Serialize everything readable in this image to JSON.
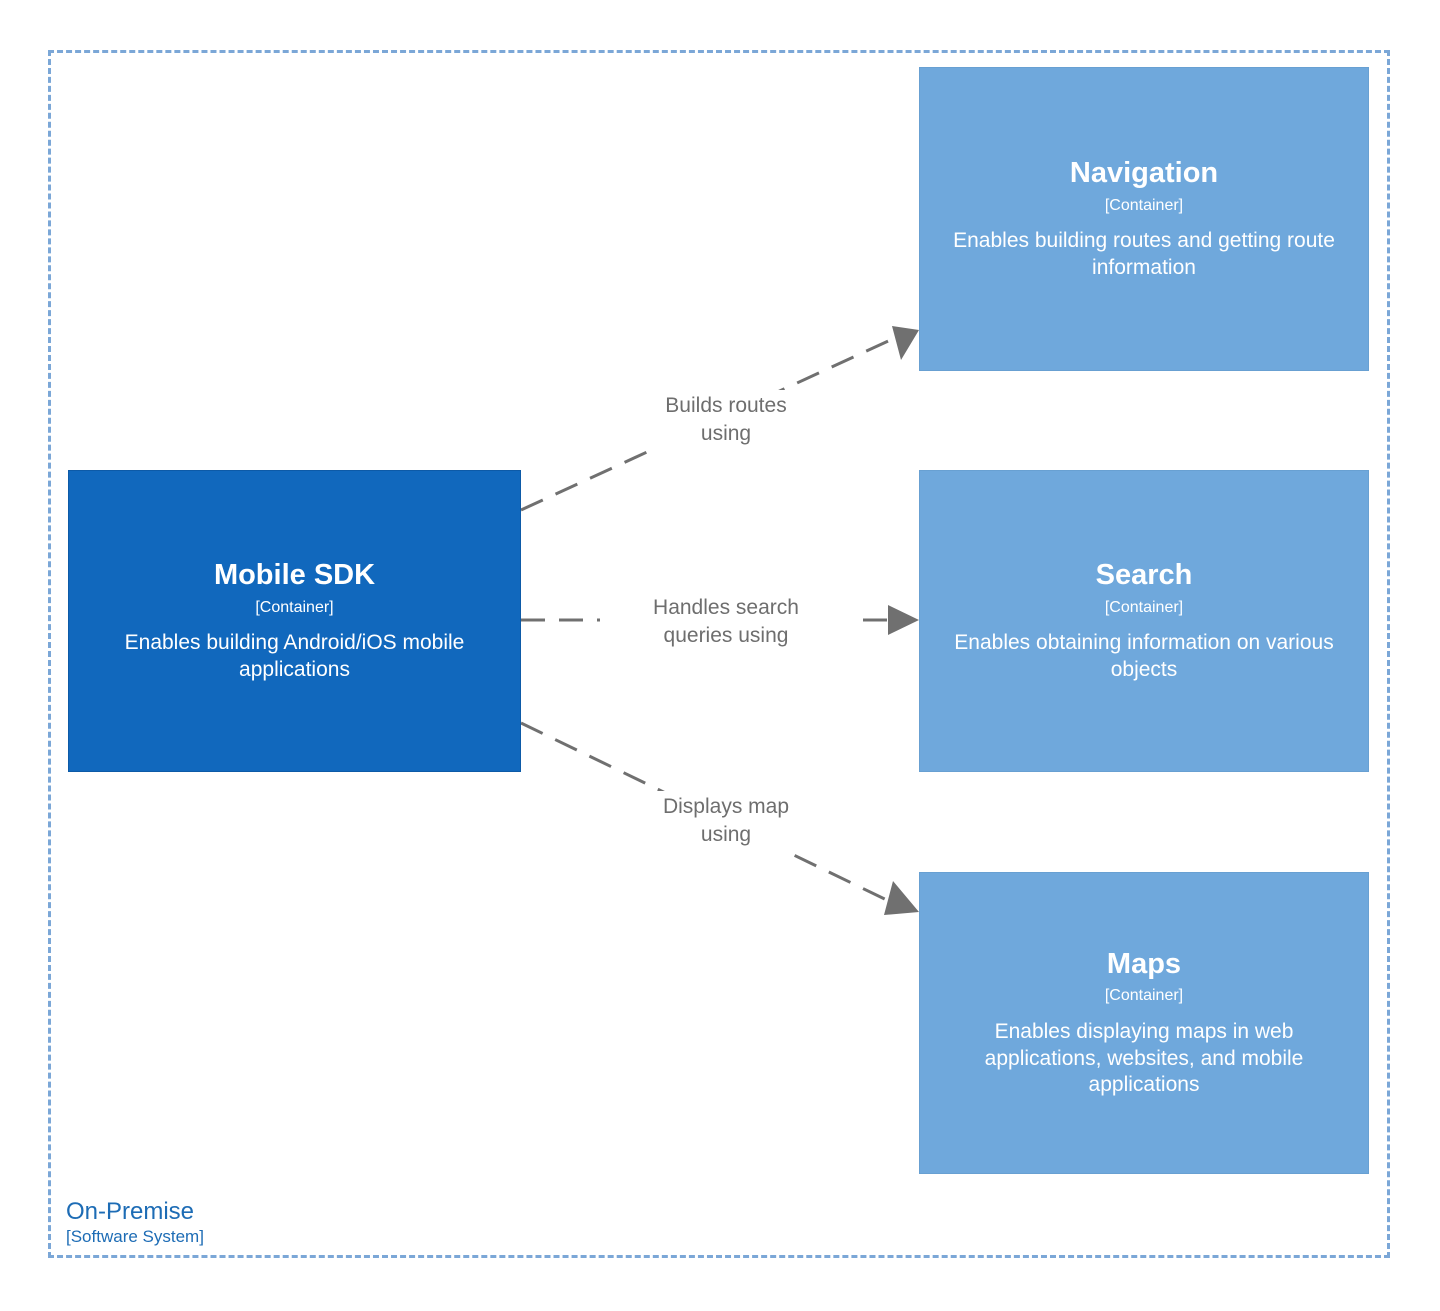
{
  "diagram": {
    "type": "c4-container-diagram",
    "boundary": {
      "name": "On-Premise",
      "type_label": "[Software System]",
      "style": "dashed",
      "color": "#7ba7d7"
    },
    "colors": {
      "primary_node": "#1168bd",
      "secondary_node": "#6fa8dc",
      "node_text": "#ffffff",
      "edge": "#707070",
      "edge_label_text": "#6e6e6e",
      "boundary_text": "#1d6cb5"
    },
    "nodes": [
      {
        "id": "mobile-sdk",
        "title": "Mobile SDK",
        "type_label": "[Container]",
        "description": "Enables building Android/iOS mobile applications",
        "variant": "primary"
      },
      {
        "id": "navigation",
        "title": "Navigation",
        "type_label": "[Container]",
        "description": "Enables building routes and getting route information",
        "variant": "secondary"
      },
      {
        "id": "search",
        "title": "Search",
        "type_label": "[Container]",
        "description": "Enables obtaining information on various objects",
        "variant": "secondary"
      },
      {
        "id": "maps",
        "title": "Maps",
        "type_label": "[Container]",
        "description": "Enables displaying maps in web applications, websites, and mobile applications",
        "variant": "secondary"
      }
    ],
    "edges": [
      {
        "id": "edge-navigation",
        "from": "mobile-sdk",
        "to": "navigation",
        "label": "Builds routes\nusing"
      },
      {
        "id": "edge-search",
        "from": "mobile-sdk",
        "to": "search",
        "label": "Handles search\nqueries using"
      },
      {
        "id": "edge-maps",
        "from": "mobile-sdk",
        "to": "maps",
        "label": "Displays map\nusing"
      }
    ]
  }
}
